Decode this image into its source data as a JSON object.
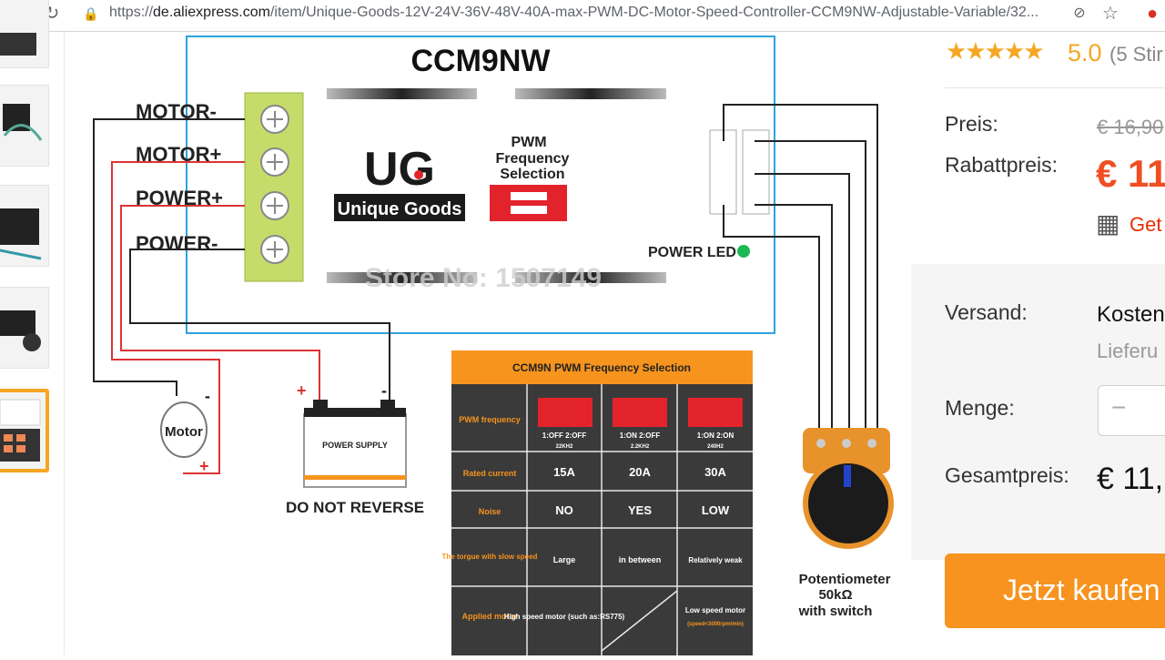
{
  "browser": {
    "url_prefix": "https://",
    "url_host": "de.aliexpress.com",
    "url_path": "/item/Unique-Goods-12V-24V-36V-48V-40A-max-PWM-DC-Motor-Speed-Controller-CCM9NW-Adjustable-Variable/32..."
  },
  "diagram": {
    "title": "CCM9NW",
    "terminals": [
      "MOTOR-",
      "MOTOR+",
      "POWER+",
      "POWER-"
    ],
    "brand": "Unique Goods",
    "brand_logo": "UG",
    "pwm_label_1": "PWM",
    "pwm_label_2": "Frequency",
    "pwm_label_3": "Selection",
    "power_led": "POWER LED",
    "watermark": "Store No: 1507149",
    "motor": "Motor",
    "battery_label": "POWER SUPPLY",
    "do_not_reverse": "DO NOT REVERSE",
    "pot_1": "Potentiometer",
    "pot_2": "50kΩ",
    "pot_3": "with switch",
    "plus": "+",
    "minus": "-",
    "table": {
      "title": "CCM9N PWM Frequency Selection",
      "rows": [
        {
          "label": "PWM frequency",
          "cells": [
            "1:OFF 2:OFF",
            "1:ON 2:OFF",
            "1:ON 2:ON"
          ],
          "sub": [
            "22KH2",
            "2.2KH2",
            "240H2"
          ]
        },
        {
          "label": "Rated current",
          "cells": [
            "15A",
            "20A",
            "30A"
          ]
        },
        {
          "label": "Noise",
          "cells": [
            "NO",
            "YES",
            "LOW"
          ]
        },
        {
          "label": "The torgue with slow speed",
          "cells": [
            "Large",
            "in between",
            "Relatively weak"
          ]
        },
        {
          "label": "Applied motor",
          "cells": [
            "High speed motor (such as:RS775)",
            "",
            "Low speed motor"
          ],
          "sub3": "(speed<3000rpm/min)"
        }
      ]
    }
  },
  "product": {
    "rating": "5.0",
    "rating_count": "(5 Stir",
    "price_label": "Preis:",
    "price_old": "€ 16,90",
    "discount_label": "Rabattpreis:",
    "discount_price": "€ 11",
    "get_coupon": "Get",
    "shipping_label": "Versand:",
    "shipping_value": "Kosten",
    "delivery": "Lieferu",
    "qty_label": "Menge:",
    "qty_minus": "−",
    "total_label": "Gesamtpreis:",
    "total_value": "€ 11,",
    "buy_now": "Jetzt kaufen"
  },
  "colors": {
    "accent": "#f7931e",
    "price_red": "#f04e23",
    "star": "#f5a623",
    "terminal_green": "#c6dc6a",
    "table_bg": "#3a3a3a",
    "table_header": "#f7941d",
    "switch_red": "#e3232b",
    "board_border": "#2ea3dc"
  }
}
